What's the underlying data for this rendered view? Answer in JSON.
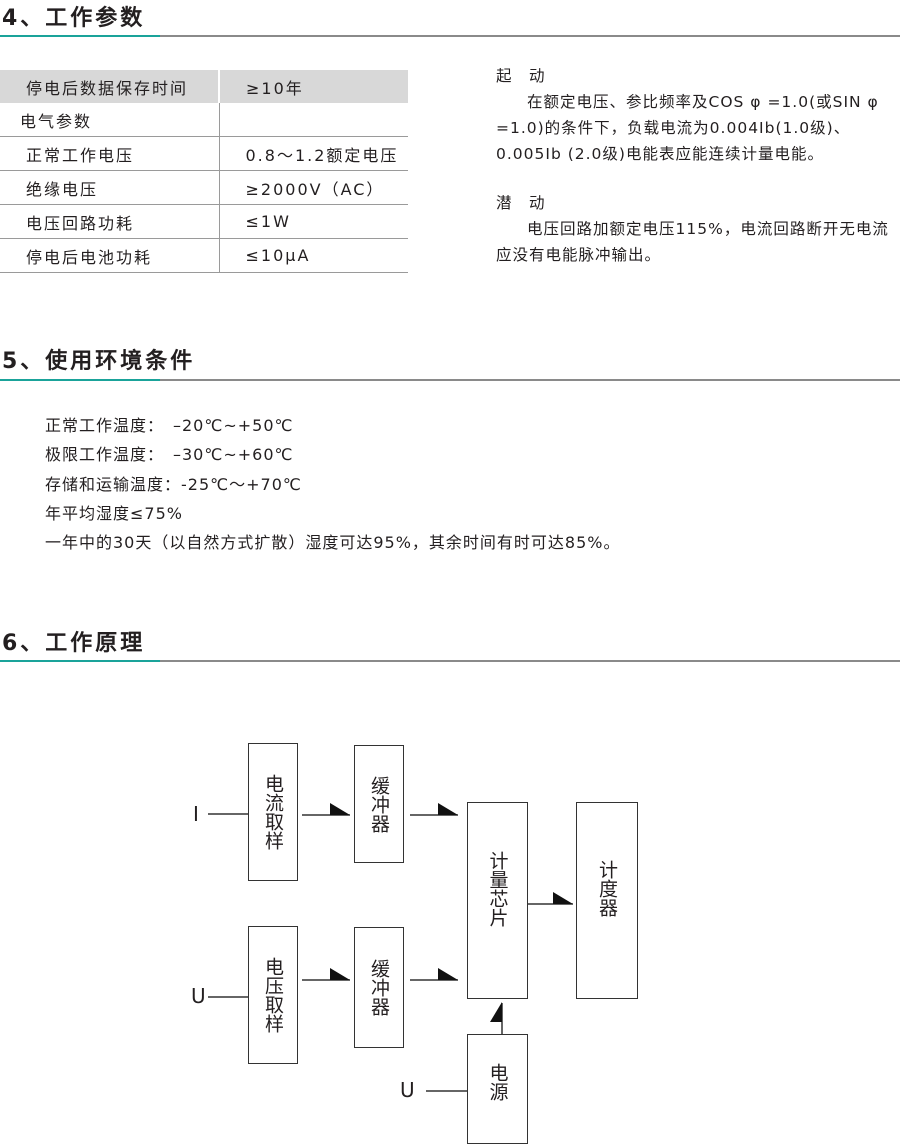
{
  "sections": [
    {
      "title": "4、工作参数"
    },
    {
      "title": "5、使用环境条件"
    },
    {
      "title": "6、工作原理"
    }
  ],
  "params_table": {
    "rows": [
      {
        "key": "停电后数据保存时间",
        "value": "≥10年"
      },
      {
        "key": "电气参数",
        "value": ""
      },
      {
        "key": "正常工作电压",
        "value": "0.8～1.2额定电压"
      },
      {
        "key": "绝缘电压",
        "value": "≥2000V（AC）"
      },
      {
        "key": "电压回路功耗",
        "value": "≤1W"
      },
      {
        "key": "停电后电池功耗",
        "value": "≤10μA"
      }
    ]
  },
  "start": {
    "title": "起　动",
    "body": "在额定电压、参比频率及COS φ =1.0(或SIN φ =1.0)的条件下，负载电流为0.004Ib(1.0级)、0.005Ib (2.0级)电能表应能连续计量电能。"
  },
  "creep": {
    "title": "潜　动",
    "body": "电压回路加额定电压115%，电流回路断开无电流应没有电能脉冲输出。"
  },
  "environment": [
    "正常工作温度：　–20℃~+50℃",
    "极限工作温度：　–30℃~+60℃",
    "存储和运输温度：-25℃～+70℃",
    "年平均湿度≤75%",
    "一年中的30天（以自然方式扩散）湿度可达95%，其余时间有时可达85%。"
  ],
  "diagram": {
    "current_sampling": "电流取样",
    "voltage_sampling": "电压取样",
    "buffer_1": "缓冲器",
    "buffer_2": "缓冲器",
    "metering_chip": "计量芯片",
    "counter": "计度器",
    "power_supply": "电源",
    "input_i": "I",
    "input_u": "U",
    "input_u_power": "U"
  },
  "colors": {
    "accent": "#1aa39a",
    "table_header": "#d8d8d8"
  }
}
